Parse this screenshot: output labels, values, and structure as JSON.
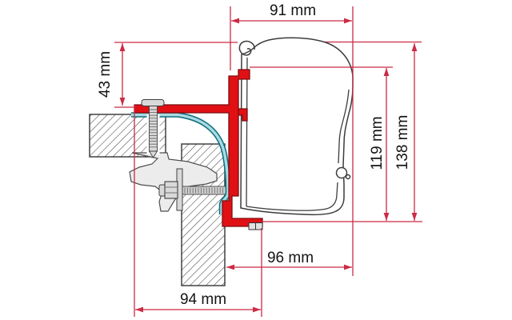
{
  "diagram": {
    "type": "awning-adapter-cross-section",
    "labels": {
      "overall_width": "91 mm",
      "drop_height": "43 mm",
      "rail_height": "119 mm",
      "total_height": "138 mm",
      "lower_depth": "96 mm",
      "bracket_depth": "94 mm"
    },
    "colors": {
      "dimension": "#cb2b45",
      "profile_red": "#e01015",
      "profile_red_outline": "#7c0d10",
      "seal_dark": "#11707f",
      "seal_light": "#aadbe3",
      "outline_gray": "#3c3c3c",
      "metal_light": "#e8e8e8"
    }
  }
}
